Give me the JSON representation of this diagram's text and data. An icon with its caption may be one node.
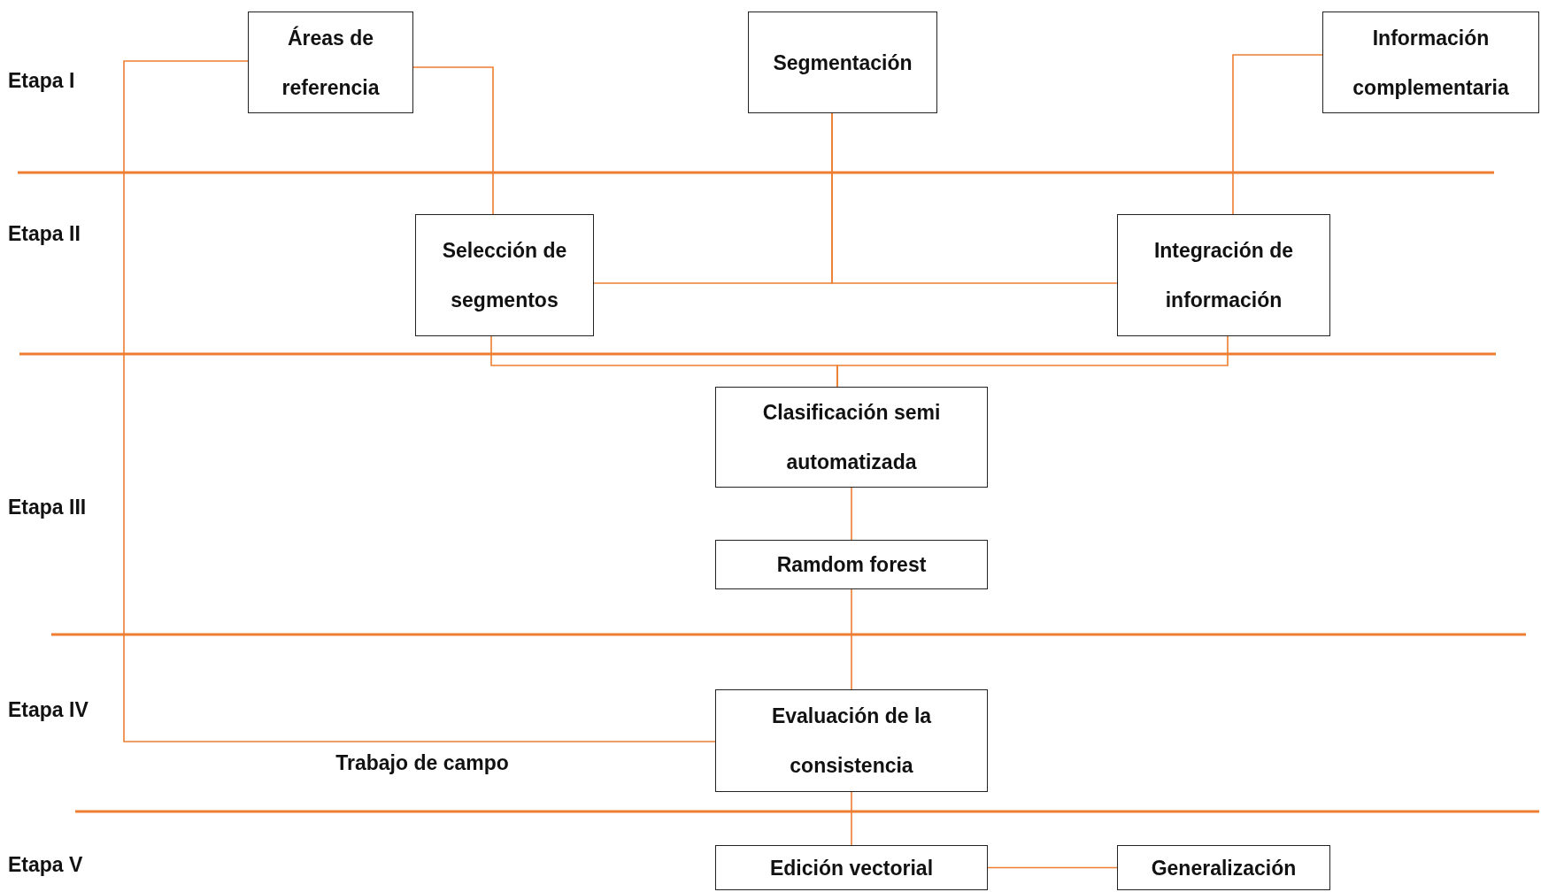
{
  "diagram": {
    "nodes": [
      {
        "text": [
          "Áreas de referencia"
        ]
      },
      {
        "text": [
          "Segmentación"
        ]
      },
      {
        "text": [
          "Información complementaria"
        ]
      },
      {
        "text": [
          "Selección de segmentos"
        ]
      },
      {
        "text": [
          "Integración de información"
        ]
      },
      {
        "text": [
          "Clasificación semi automatizada"
        ]
      },
      {
        "text": [
          "Ramdom forest"
        ]
      },
      {
        "text": [
          "Evaluación de la consistencia"
        ]
      },
      {
        "text": [
          "Edición vectorial"
        ]
      },
      {
        "text": [
          "Generalización"
        ]
      }
    ],
    "edges": [
      {
        "from": 0,
        "to": 3,
        "arrow": "none"
      },
      {
        "from": 1,
        "to": 3,
        "arrow": "none"
      },
      {
        "from": 1,
        "to": 4,
        "arrow": "none"
      },
      {
        "from": 2,
        "to": 4,
        "arrow": "none"
      },
      {
        "from": 3,
        "to": 5,
        "arrow": "none"
      },
      {
        "from": 4,
        "to": 5,
        "arrow": "none"
      },
      {
        "from": 5,
        "to": 6,
        "arrow": "none"
      },
      {
        "from": 6,
        "to": 7,
        "arrow": "none"
      },
      {
        "from": 7,
        "to": 8,
        "arrow": "none"
      },
      {
        "from": 8,
        "to": 9,
        "arrow": "none"
      },
      {
        "from": 0,
        "to": 7,
        "arrow": "none",
        "label": "Trabajo de campo"
      }
    ],
    "labels": [
      "Etapa I",
      "Etapa II",
      "Etapa III",
      "Etapa IV",
      "Etapa V"
    ]
  }
}
